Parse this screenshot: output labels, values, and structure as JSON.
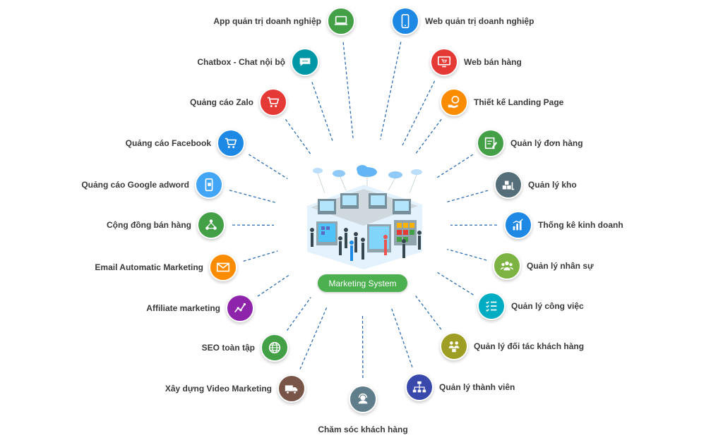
{
  "center": {
    "label": "Marketing System"
  },
  "left_items": [
    {
      "label": "App quản trị doanh nghiệp",
      "icon": "laptop-icon",
      "color": "#43a047"
    },
    {
      "label": "Chatbox - Chat nội bộ",
      "icon": "chat-bubble-icon",
      "color": "#0097a7"
    },
    {
      "label": "Quảng cáo Zalo",
      "icon": "shopping-cart-icon",
      "color": "#e53935"
    },
    {
      "label": "Quảng cáo Facebook",
      "icon": "shopping-cart-icon",
      "color": "#1e88e5"
    },
    {
      "label": "Quảng cáo Google adword",
      "icon": "mobile-ad-icon",
      "color": "#42a5f5"
    },
    {
      "label": "Cộng đồng bán hàng",
      "icon": "community-network-icon",
      "color": "#43a047"
    },
    {
      "label": "Email Automatic Marketing",
      "icon": "envelope-icon",
      "color": "#fb8c00"
    },
    {
      "label": "Affiliate marketing",
      "icon": "affiliate-graph-icon",
      "color": "#8e24aa"
    },
    {
      "label": "SEO toàn tập",
      "icon": "globe-icon",
      "color": "#43a047"
    },
    {
      "label": "Xây dựng Video Marketing",
      "icon": "delivery-truck-icon",
      "color": "#795548"
    }
  ],
  "right_items": [
    {
      "label": "Web quản trị doanh nghiệp",
      "icon": "smartphone-icon",
      "color": "#1e88e5"
    },
    {
      "label": "Web bán hàng",
      "icon": "monitor-cart-icon",
      "color": "#e53935"
    },
    {
      "label": "Thiết kế Landing Page",
      "icon": "coin-hand-icon",
      "color": "#fb8c00"
    },
    {
      "label": "Quản lý đơn hàng",
      "icon": "edit-order-icon",
      "color": "#43a047"
    },
    {
      "label": "Quản lý kho",
      "icon": "warehouse-boxes-icon",
      "color": "#546e7a"
    },
    {
      "label": "Thống kê kinh doanh",
      "icon": "bar-chart-icon",
      "color": "#1e88e5"
    },
    {
      "label": "Quản lý nhân sự",
      "icon": "people-group-icon",
      "color": "#7cb342"
    },
    {
      "label": "Quản lý công việc",
      "icon": "checklist-icon",
      "color": "#00acc1"
    },
    {
      "label": "Quản lý đối tác khách hàng",
      "icon": "partners-icon",
      "color": "#9e9d24"
    },
    {
      "label": "Quản lý thành viên",
      "icon": "org-chart-icon",
      "color": "#3949ab"
    }
  ],
  "bottom_item": {
    "label": "Chăm sóc khách hàng",
    "icon": "customer-support-icon",
    "color": "#607d8b"
  }
}
